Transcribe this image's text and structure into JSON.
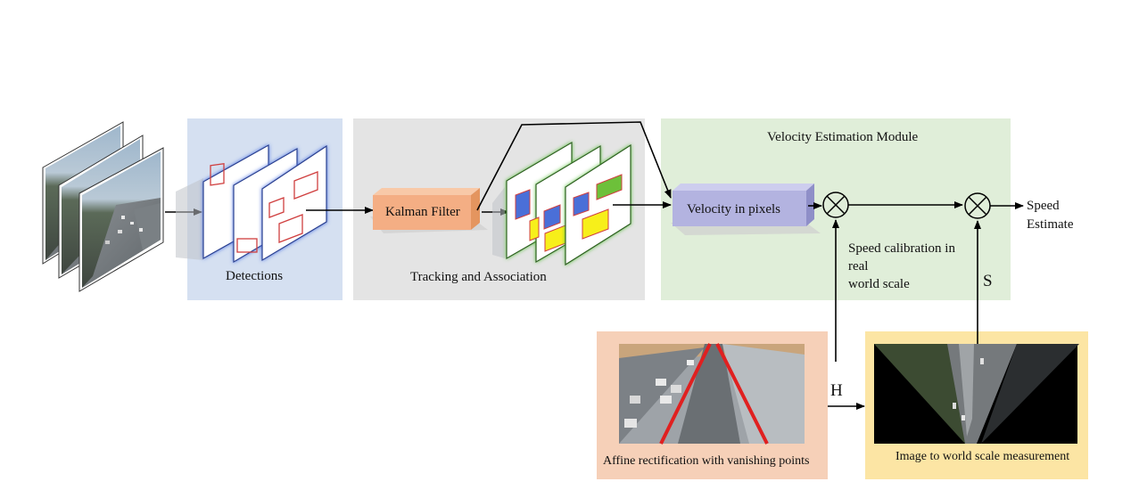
{
  "panels": {
    "detections": {
      "label": "Detections",
      "color": "#d5e0f1"
    },
    "tracking": {
      "label": "Tracking and Association",
      "color": "#e4e4e4"
    },
    "velocity_module": {
      "label": "Velocity Estimation Module",
      "color": "#e0eed9"
    },
    "affine": {
      "label": "Affine rectification with vanishing points",
      "color": "#f6d0b8"
    },
    "world_scale": {
      "label": "Image to world scale measurement",
      "color": "#fce5a4"
    }
  },
  "blocks": {
    "kalman": {
      "label": "Kalman Filter",
      "color": "#f4ae84"
    },
    "velocity_pixels": {
      "label": "Velocity in pixels",
      "color": "#b3b3e0"
    }
  },
  "annotations": {
    "speed_calibration": [
      "Speed calibration in",
      "real",
      "world scale"
    ],
    "output": [
      "Speed",
      "Estimate"
    ],
    "h_symbol": "H",
    "s_symbol": "S"
  },
  "colors": {
    "detection_box": "#d04040",
    "track_blue": "#4a6fd8",
    "track_yellow": "#f7ef1a",
    "track_green": "#6dc03a",
    "lane_line": "#e02020"
  }
}
